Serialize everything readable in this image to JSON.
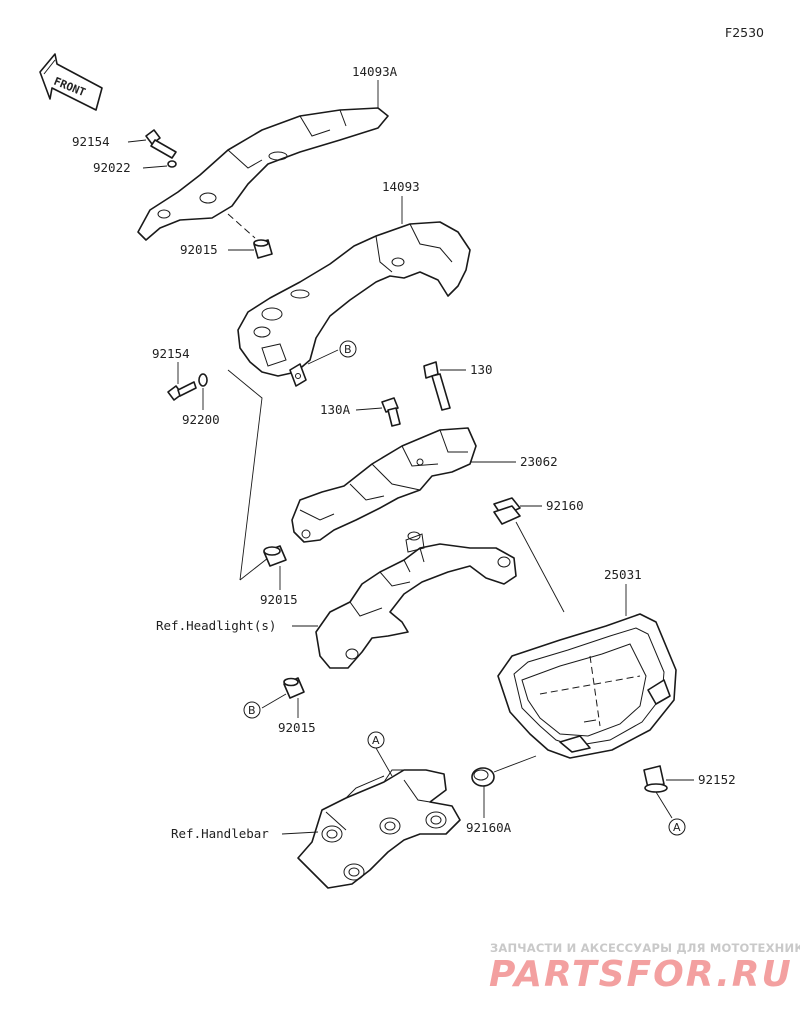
{
  "figure_code": "F2530",
  "front_arrow": {
    "label": "FRONT"
  },
  "parts": {
    "p14093A": "14093A",
    "p92154_top": "92154",
    "p92022": "92022",
    "p14093": "14093",
    "p92015_top": "92015",
    "p92154_mid": "92154",
    "p92200": "92200",
    "p130": "130",
    "p130A": "130A",
    "p23062": "23062",
    "p92160": "92160",
    "p92015_mid": "92015",
    "p25031": "25031",
    "p92015_low": "92015",
    "p92152": "92152",
    "p92160A": "92160A"
  },
  "references": {
    "headlight": "Ref.Headlight(s)",
    "handlebar": "Ref.Handlebar"
  },
  "callouts": {
    "b_upper": "B",
    "b_lower": "B",
    "a_upper": "A",
    "a_lower": "A"
  },
  "watermark": {
    "tagline": "ЗАПЧАСТИ И АКСЕССУАРЫ ДЛЯ МОТОТЕХНИКИ",
    "logo": "PARTSFOR.RU",
    "color": "#f3a0a0"
  }
}
